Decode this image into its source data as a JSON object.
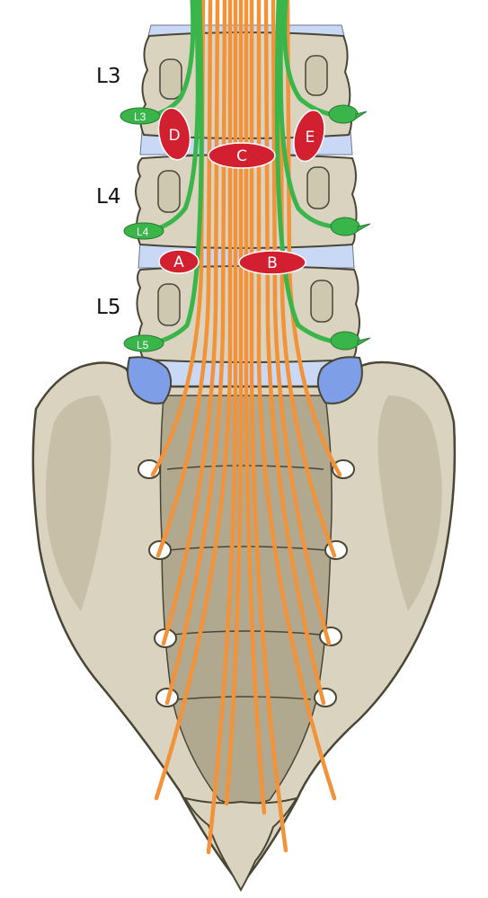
{
  "vertebra_labels": {
    "l3": "L3",
    "l4": "L4",
    "l5": "L5"
  },
  "root_labels": {
    "l3": "L3",
    "l4": "L4",
    "l5": "L5"
  },
  "site_labels": {
    "a": "A",
    "b": "B",
    "c": "C",
    "d": "D",
    "e": "E"
  },
  "colors": {
    "bone": "#d9d3bf",
    "bone_shade": "#c7bfa7",
    "bone_outline": "#4a4636",
    "disc": "#c9d8f5",
    "facet": "#7f9ee8",
    "nerve_root": "#39b54a",
    "cauda_equina": "#f2933a",
    "lesion": "#d32030"
  }
}
